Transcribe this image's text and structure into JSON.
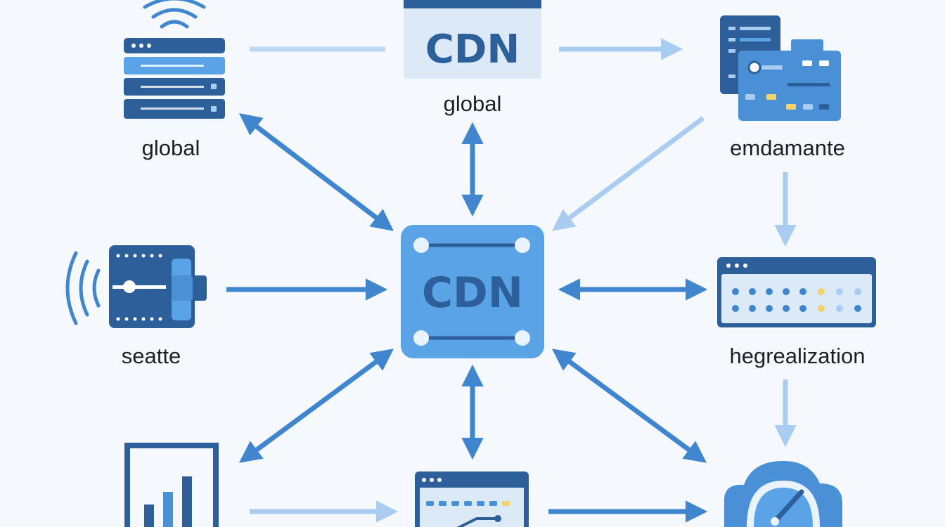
{
  "nodes": {
    "top_left": {
      "label": "global"
    },
    "top_center": {
      "label": "global",
      "badge": "CDN"
    },
    "top_right": {
      "label": "emdamante"
    },
    "middle_left": {
      "label": "seatte"
    },
    "center": {
      "badge": "CDN"
    },
    "middle_right": {
      "label": "hegrealization"
    },
    "bottom_left": {
      "label": ""
    },
    "bottom_center": {
      "label": ""
    },
    "bottom_right": {
      "label": ""
    }
  },
  "colors": {
    "background": "#f5f8fc",
    "dark_blue": "#2d5f9b",
    "mid_blue": "#4a90d6",
    "light_blue": "#a9cdf0",
    "hub_fill": "#5aa3e6",
    "accent_yellow": "#f3d36b",
    "text": "#1b1f28"
  },
  "icons": {
    "top_left": "wifi-server-icon",
    "top_center": "cdn-window-icon",
    "top_right": "dashboard-windows-icon",
    "middle_left": "signal-device-icon",
    "center": "cdn-hub-icon",
    "middle_right": "server-panel-icon",
    "bottom_left": "bar-chart-icon",
    "bottom_center": "browser-analytics-icon",
    "bottom_right": "cloud-gauge-icon"
  }
}
